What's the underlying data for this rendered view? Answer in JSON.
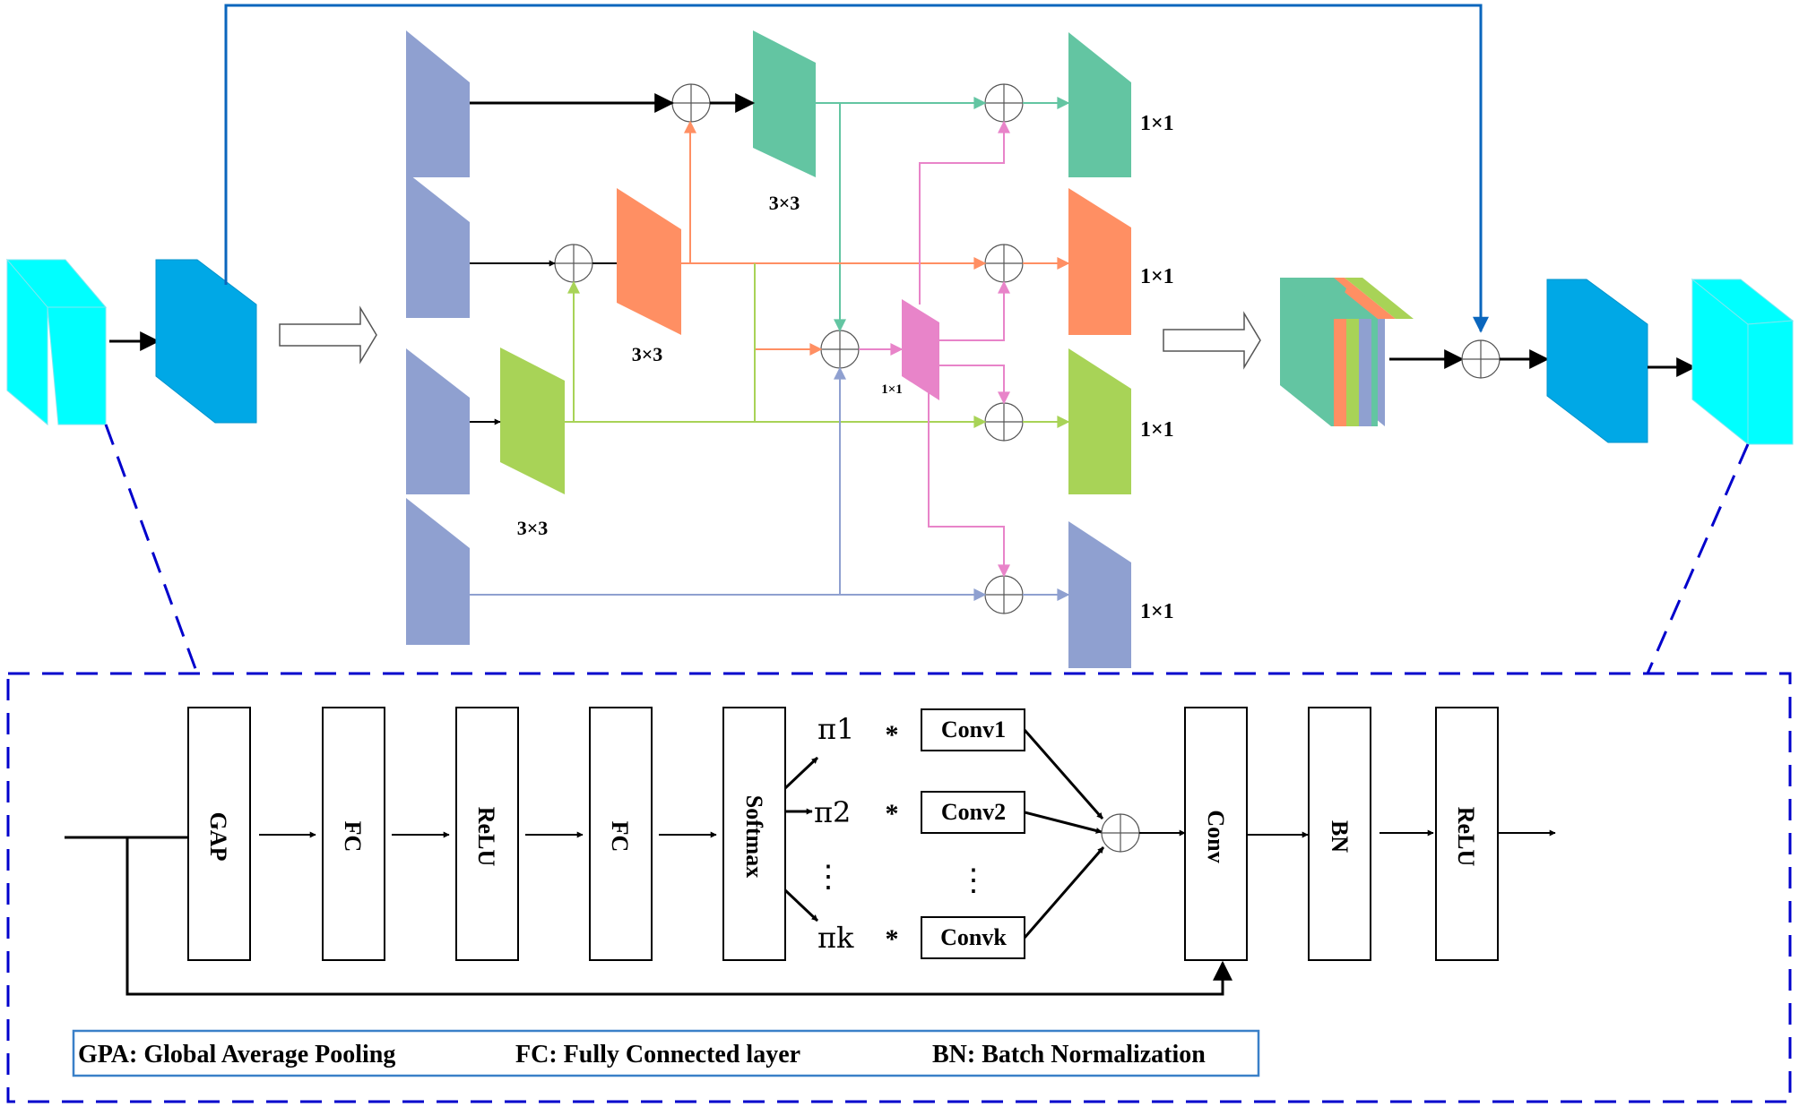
{
  "colors": {
    "cyan": "#00ffff",
    "blue": "#00a8e6",
    "lavender": "#8fa0d0",
    "teal": "#63c5a2",
    "orange": "#ff8f63",
    "green": "#a8d357",
    "pink": "#e884c9",
    "frame_blue": "#0000cc",
    "skip_blue": "#0a66bd",
    "legend_border": "#3a80c8"
  },
  "top": {
    "kernel_3x3_teal": "3×3",
    "kernel_3x3_orange": "3×3",
    "kernel_3x3_green": "3×3",
    "kernel_1x1_pink": "1×1",
    "out_1x1_teal": "1×1",
    "out_1x1_orange": "1×1",
    "out_1x1_green": "1×1",
    "out_1x1_lavender": "1×1"
  },
  "bottom": {
    "gap": "GAP",
    "fc1": "FC",
    "relu1": "ReLU",
    "fc2": "FC",
    "softmax": "Softmax",
    "pi1": "π1",
    "pi2": "π2",
    "pik": "πk",
    "star": "*",
    "dots": "⋮",
    "conv1": "Conv1",
    "conv2": "Conv2",
    "convk": "Convk",
    "conv": "Conv",
    "bn": "BN",
    "relu2": "ReLU"
  },
  "legend": {
    "gpa": "GPA: Global Average Pooling",
    "fc": "FC: Fully Connected layer",
    "bn": "BN: Batch Normalization"
  }
}
